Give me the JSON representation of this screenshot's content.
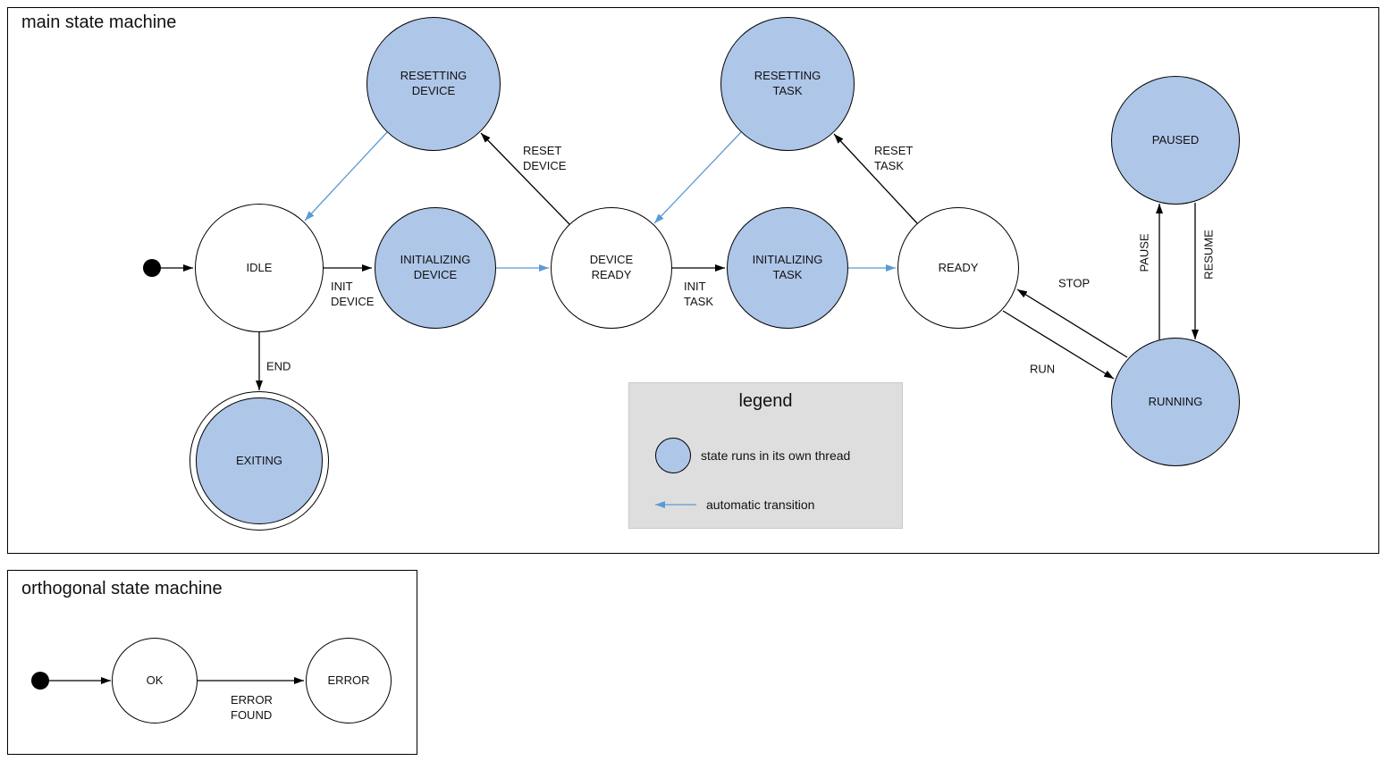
{
  "main": {
    "title": "main state machine",
    "states": {
      "idle": "IDLE",
      "resetting_device": "RESETTING\nDEVICE",
      "initializing_device": "INITIALIZING\nDEVICE",
      "device_ready": "DEVICE\nREADY",
      "resetting_task": "RESETTING\nTASK",
      "initializing_task": "INITIALIZING\nTASK",
      "ready": "READY",
      "paused": "PAUSED",
      "running": "RUNNING",
      "exiting": "EXITING"
    },
    "transitions": {
      "init_device": "INIT\nDEVICE",
      "reset_device": "RESET\nDEVICE",
      "init_task": "INIT\nTASK",
      "reset_task": "RESET\nTASK",
      "stop": "STOP",
      "run": "RUN",
      "pause": "PAUSE",
      "resume": "RESUME",
      "end": "END"
    }
  },
  "legend": {
    "title": "legend",
    "thread_state_label": "state runs in its own thread",
    "auto_transition_label": "automatic transition"
  },
  "orthogonal": {
    "title": "orthogonal state machine",
    "states": {
      "ok": "OK",
      "error": "ERROR"
    },
    "transitions": {
      "error_found": "ERROR\nFOUND"
    }
  },
  "colors": {
    "thread_state_fill": "#aec6e8",
    "auto_transition_stroke": "#5b9bd5"
  }
}
